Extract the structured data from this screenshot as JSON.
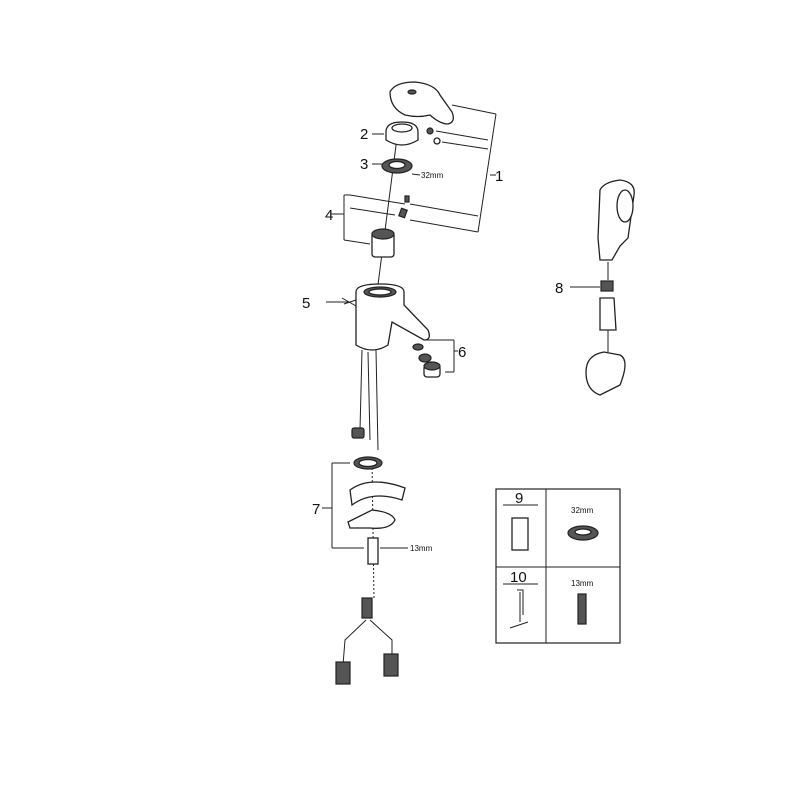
{
  "diagram": {
    "labels": {
      "p1": "1",
      "p2": "2",
      "p3": "3",
      "p4": "4",
      "p5": "5",
      "p6": "6",
      "p7": "7",
      "p8": "8"
    },
    "dimensions": {
      "nut_main": "32mm",
      "nut_bottom": "13mm"
    },
    "tools_table": {
      "row1": {
        "number": "9",
        "size": "32mm"
      },
      "row2": {
        "number": "10",
        "size": "13mm"
      }
    }
  }
}
